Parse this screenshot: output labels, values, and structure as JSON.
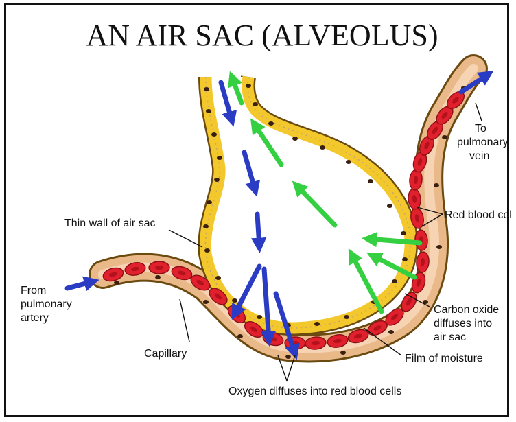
{
  "title": "AN  AIR  SAC (ALVEOLUS)",
  "labels": {
    "to_vein": [
      "To",
      "pulmonary",
      "vein"
    ],
    "red_blood": "Red blood cel",
    "thin_wall": "Thin wall of air sac",
    "from_artery": [
      "From",
      "pulmonary",
      "artery"
    ],
    "capillary": "Capillary",
    "carbon": [
      "Carbon oxide",
      "diffuses into",
      "air sac"
    ],
    "moisture": "Film of moisture",
    "oxygen": "Oxygen diffuses into red blood cells"
  },
  "colors": {
    "wall": "#f2c82c",
    "wall_edge": "#6b4a10",
    "vessel": "#e9b98a",
    "rbc": "#e0202c",
    "oxygen_arrow": "#2a3bc4",
    "co2_arrow": "#35d042",
    "nucleus": "#3a2010"
  }
}
